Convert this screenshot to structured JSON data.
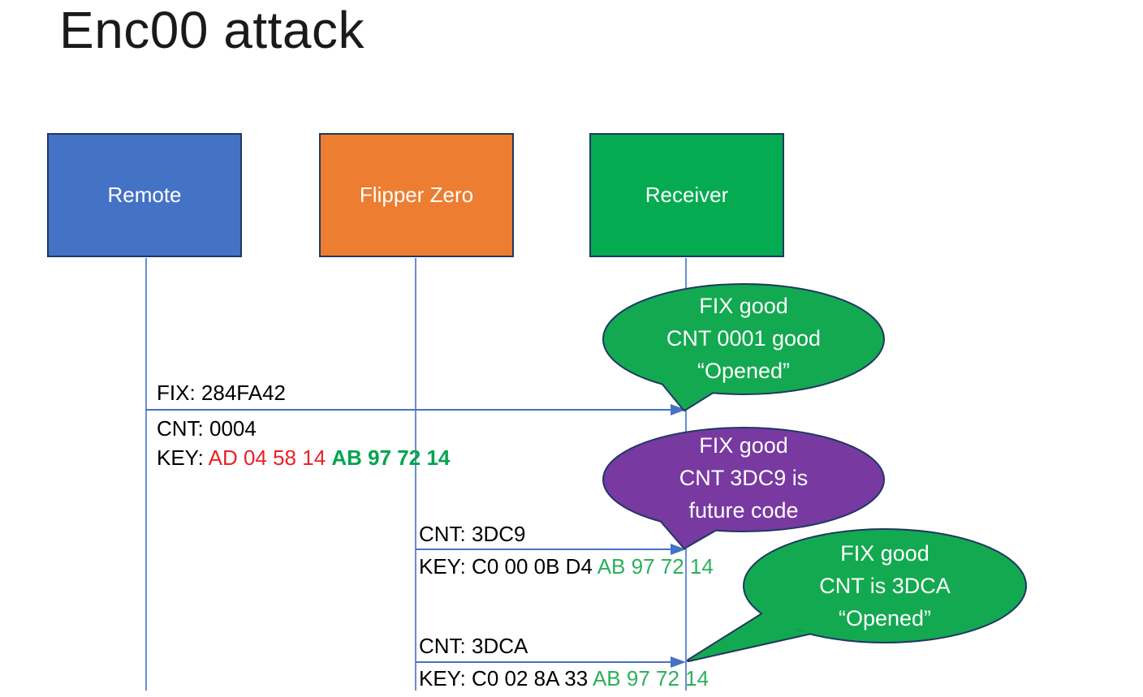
{
  "title": "Enc00 attack",
  "colors": {
    "remote_blue": "#4472C4",
    "flipper_orange": "#ED7D31",
    "receiver_green": "#04AB51",
    "callout_green": "#13A950",
    "callout_purple": "#7839A1",
    "shape_border": "#1F3864",
    "connector_blue": "#4472C4",
    "key_red": "#EC2027",
    "key_green_dark": "#00A44E",
    "key_green_light": "#2BB05C"
  },
  "actors": [
    {
      "label": "Remote"
    },
    {
      "label": "Flipper Zero"
    },
    {
      "label": "Receiver"
    }
  ],
  "messages": [
    {
      "from": "Remote",
      "to": "Receiver",
      "above": "FIX: 284FA42",
      "below": "CNT: 0004",
      "key_prefix": "KEY: ",
      "key_red": "AD 04 58 14 ",
      "key_green": "AB 97 72 14"
    },
    {
      "from": "Flipper Zero",
      "to": "Receiver",
      "above": "CNT: 3DC9",
      "key_prefix": "KEY: C0 00 0B D4 ",
      "key_green": "AB 97 72 14"
    },
    {
      "from": "Flipper Zero",
      "to": "Receiver",
      "above": "CNT: 3DCA",
      "key_prefix": "KEY: C0 02 8A 33 ",
      "key_green": "AB 97 72 14"
    }
  ],
  "callouts": [
    {
      "color": "green",
      "lines": [
        "FIX good",
        "CNT 0001 good",
        "“Opened”"
      ]
    },
    {
      "color": "purple",
      "lines": [
        "FIX good",
        "CNT 3DC9 is",
        "future code"
      ]
    },
    {
      "color": "green",
      "lines": [
        "FIX good",
        "CNT is 3DCA",
        "“Opened”"
      ]
    }
  ]
}
